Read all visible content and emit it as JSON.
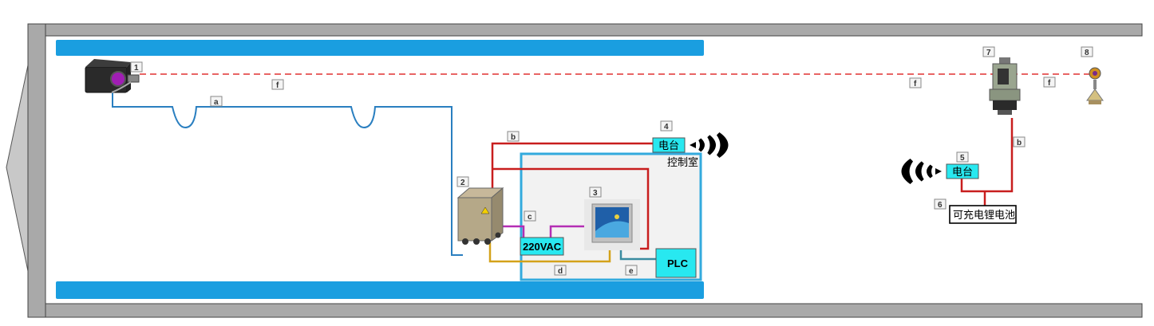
{
  "labels": {
    "n1": "1",
    "n2": "2",
    "n3": "3",
    "n4": "4",
    "n5": "5",
    "n6": "6",
    "n7": "7",
    "n8": "8",
    "a": "a",
    "b1": "b",
    "b2": "b",
    "c": "c",
    "d": "d",
    "e": "e",
    "f1": "f",
    "f2": "f",
    "f3": "f"
  },
  "components": {
    "control_room": "控制室",
    "radio_left": "电台",
    "radio_right": "电台",
    "power": "220VAC",
    "plc": "PLC",
    "battery": "可充电锂电池"
  },
  "colors": {
    "tunnel_wall": "#a9a9a9",
    "rail": "#1a9ee0",
    "cable_a": "#2a7fc0",
    "cable_b": "#c81e1e",
    "cable_c": "#b42eb4",
    "cable_d": "#d4a21a",
    "cable_e": "#3a8ca0",
    "laser": "#e03030",
    "component_fill": "#28e8f0",
    "control_room_border": "#33aadd"
  }
}
